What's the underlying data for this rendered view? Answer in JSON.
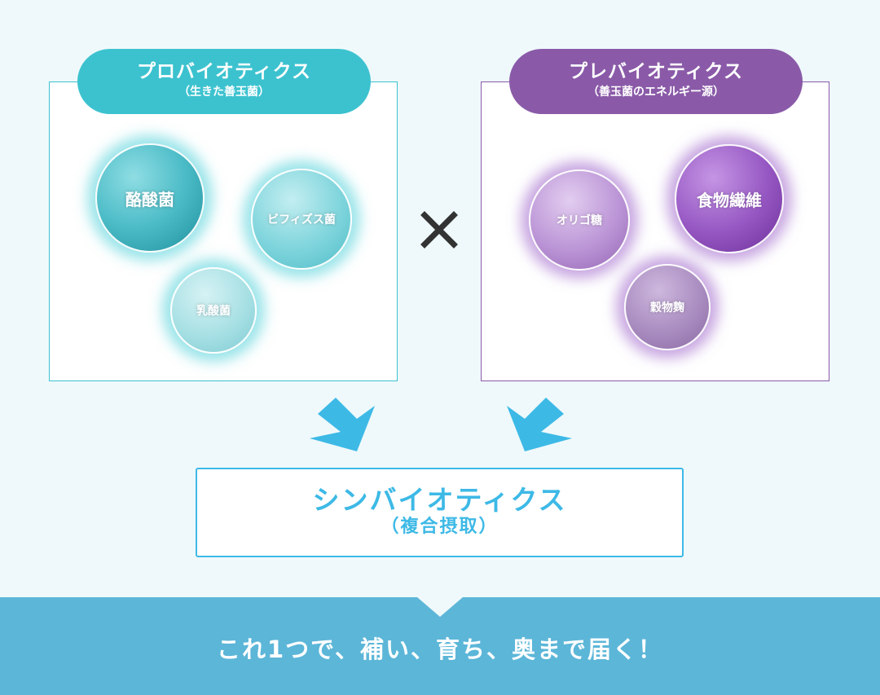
{
  "probiotics": {
    "title": "プロバイオティクス",
    "subtitle": "（生きた善玉菌）",
    "bubbles": [
      "酪酸菌",
      "ビフィズス菌",
      "乳酸菌"
    ]
  },
  "prebiotics": {
    "title": "プレバイオティクス",
    "subtitle": "（善玉菌のエネルギー源）",
    "bubbles": [
      "オリゴ糖",
      "食物繊維",
      "穀物麹"
    ]
  },
  "combine_symbol": "×",
  "result": {
    "title": "シンバイオティクス",
    "subtitle": "（複合摂取）"
  },
  "tagline": "これ1つで、補い、育ち、奥まで届く！",
  "colors": {
    "teal": "#3cc2cf",
    "purple": "#8a5aa8",
    "blue": "#3db9e6",
    "banner": "#5cb6d8"
  }
}
